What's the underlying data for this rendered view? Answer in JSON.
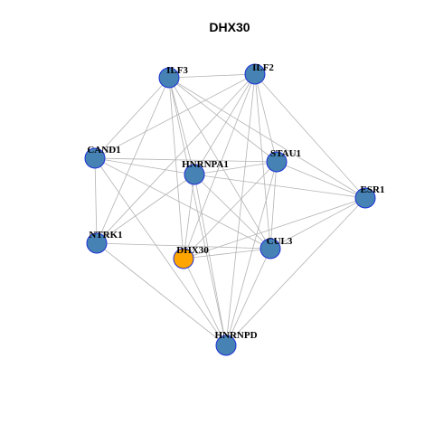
{
  "graph": {
    "title": "DHX30",
    "colors": {
      "node_default": "#4682b4",
      "node_focus": "#ffa500",
      "node_border": "#1c2fd6",
      "edge": "#b3b3b3"
    },
    "nodes": [
      {
        "id": "ILF3",
        "label": "ILF3",
        "focus": false
      },
      {
        "id": "ILF2",
        "label": "ILF2",
        "focus": false
      },
      {
        "id": "CAND1",
        "label": "CAND1",
        "focus": false
      },
      {
        "id": "HNRNPA1",
        "label": "HNRNPA1",
        "focus": false
      },
      {
        "id": "STAU1",
        "label": "STAU1",
        "focus": false
      },
      {
        "id": "ESR1",
        "label": "ESR1",
        "focus": false
      },
      {
        "id": "NTRK1",
        "label": "NTRK1",
        "focus": false
      },
      {
        "id": "DHX30",
        "label": "DHX30",
        "focus": true
      },
      {
        "id": "CUL3",
        "label": "CUL3",
        "focus": false
      },
      {
        "id": "HNRNPD",
        "label": "HNRNPD",
        "focus": false
      }
    ],
    "edges": [
      [
        "ILF3",
        "ILF2"
      ],
      [
        "ILF3",
        "CAND1"
      ],
      [
        "ILF3",
        "HNRNPA1"
      ],
      [
        "ILF3",
        "STAU1"
      ],
      [
        "ILF3",
        "ESR1"
      ],
      [
        "ILF3",
        "NTRK1"
      ],
      [
        "ILF3",
        "DHX30"
      ],
      [
        "ILF3",
        "CUL3"
      ],
      [
        "ILF3",
        "HNRNPD"
      ],
      [
        "ILF2",
        "CAND1"
      ],
      [
        "ILF2",
        "HNRNPA1"
      ],
      [
        "ILF2",
        "STAU1"
      ],
      [
        "ILF2",
        "ESR1"
      ],
      [
        "ILF2",
        "NTRK1"
      ],
      [
        "ILF2",
        "DHX30"
      ],
      [
        "ILF2",
        "CUL3"
      ],
      [
        "ILF2",
        "HNRNPD"
      ],
      [
        "CAND1",
        "HNRNPA1"
      ],
      [
        "CAND1",
        "STAU1"
      ],
      [
        "CAND1",
        "NTRK1"
      ],
      [
        "CAND1",
        "CUL3"
      ],
      [
        "CAND1",
        "HNRNPD"
      ],
      [
        "HNRNPA1",
        "STAU1"
      ],
      [
        "HNRNPA1",
        "ESR1"
      ],
      [
        "HNRNPA1",
        "NTRK1"
      ],
      [
        "HNRNPA1",
        "DHX30"
      ],
      [
        "HNRNPA1",
        "CUL3"
      ],
      [
        "HNRNPA1",
        "HNRNPD"
      ],
      [
        "STAU1",
        "ESR1"
      ],
      [
        "STAU1",
        "DHX30"
      ],
      [
        "STAU1",
        "CUL3"
      ],
      [
        "STAU1",
        "HNRNPD"
      ],
      [
        "ESR1",
        "DHX30"
      ],
      [
        "ESR1",
        "CUL3"
      ],
      [
        "ESR1",
        "HNRNPD"
      ],
      [
        "NTRK1",
        "CUL3"
      ],
      [
        "NTRK1",
        "HNRNPD"
      ],
      [
        "DHX30",
        "CUL3"
      ],
      [
        "DHX30",
        "HNRNPD"
      ],
      [
        "CUL3",
        "HNRNPD"
      ]
    ]
  }
}
